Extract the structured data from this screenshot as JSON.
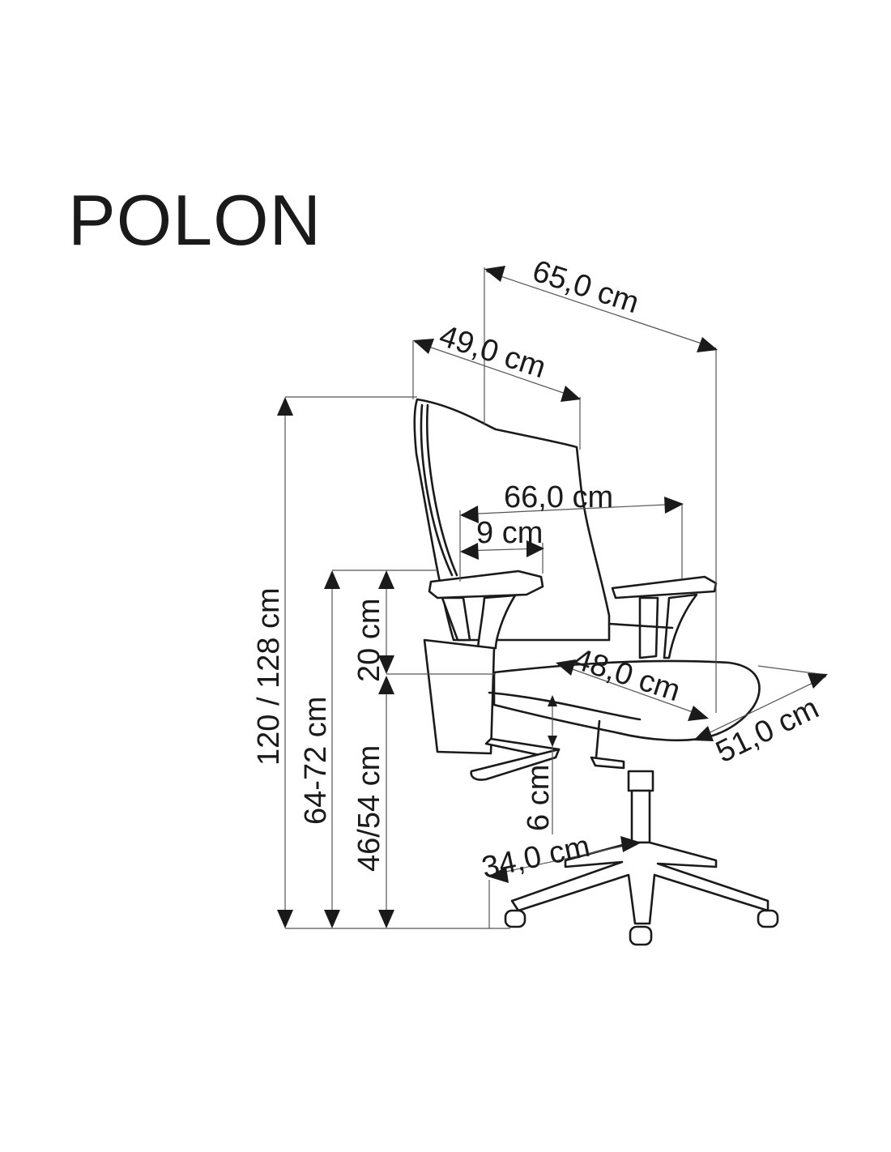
{
  "title": "POLON",
  "dimensions": {
    "overall_depth": "65,0 cm",
    "backrest_width": "49,0 cm",
    "armrest_span": "66,0 cm",
    "armrest_adjust": "9 cm",
    "overall_height": "120 / 128 cm",
    "armrest_height": "64-72 cm",
    "armrest_above_seat": "20 cm",
    "seat_height": "46/54 cm",
    "seat_width": "48,0 cm",
    "seat_depth": "51,0 cm",
    "seat_thickness": "6 cm",
    "base_radius": "34,0 cm"
  }
}
